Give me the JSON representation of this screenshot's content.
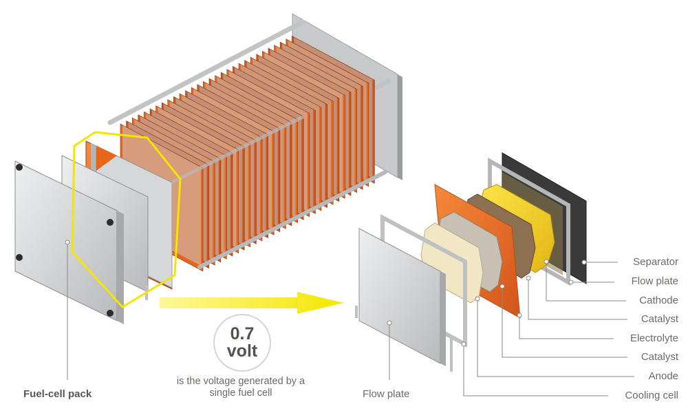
{
  "colors": {
    "highlight": "#f3e600",
    "orange": "#e8661c",
    "steel": "#c9cacb",
    "label_text": "#6d6a66",
    "leader_line": "#8a8784"
  },
  "pack": {
    "label": "Fuel-cell pack"
  },
  "voltage": {
    "value": "0.7",
    "unit": "volt",
    "caption": "is the voltage generated by a single fuel cell"
  },
  "cell_layers": {
    "left_label": "Flow plate",
    "labels": [
      "Separator",
      "Flow plate",
      "Cathode",
      "Catalyst",
      "Electrolyte",
      "Catalyst",
      "Anode",
      "Cooling cell"
    ]
  }
}
